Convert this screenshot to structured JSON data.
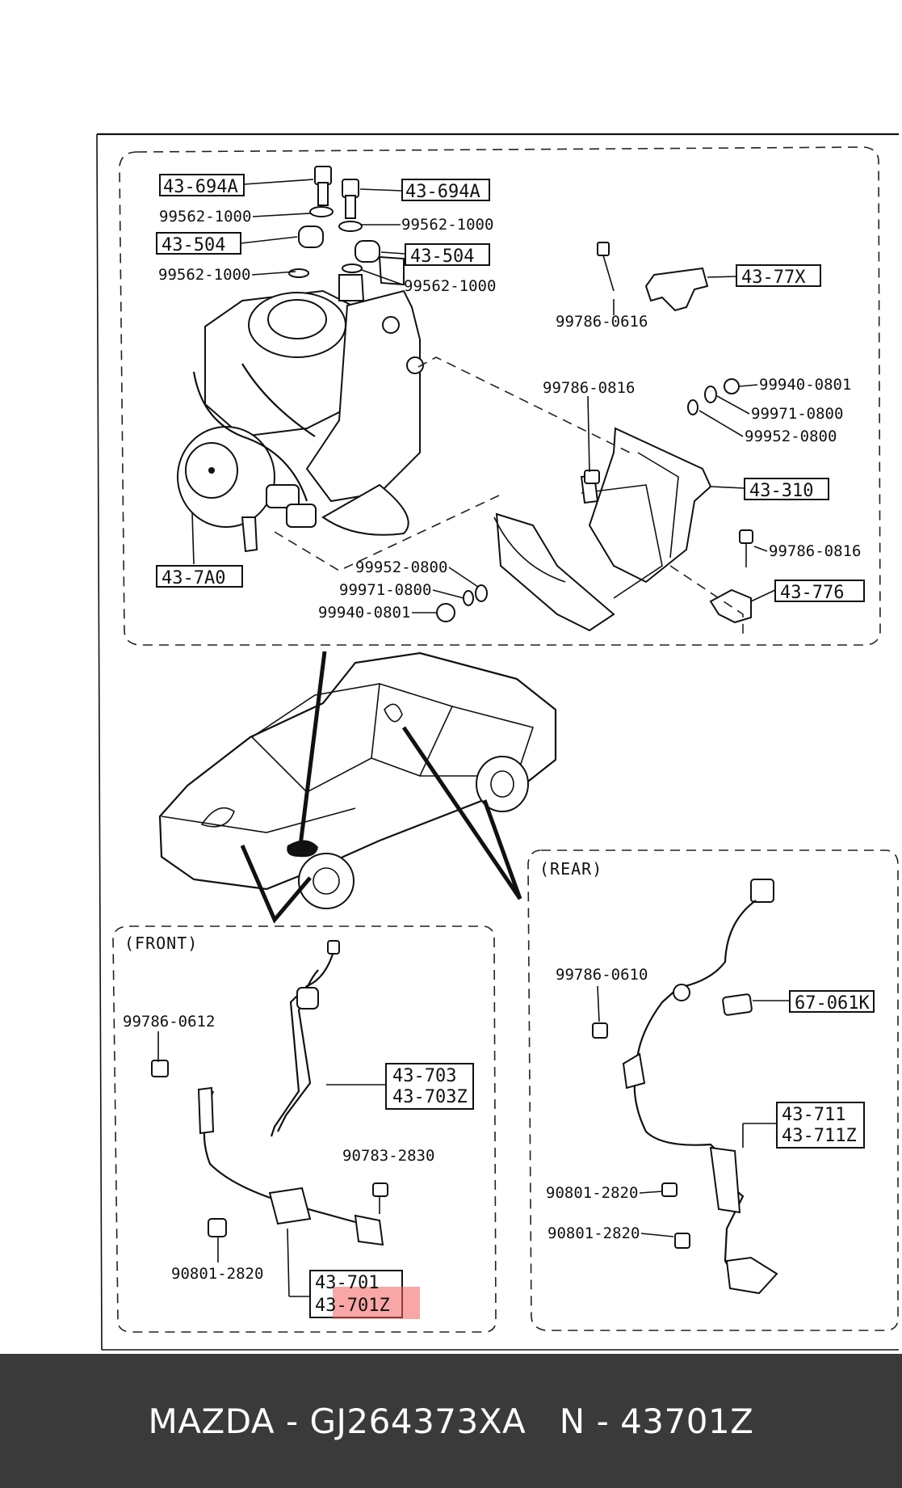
{
  "footer": {
    "caption": "MAZDA - GJ264373XA   N - 43701Z"
  },
  "sections": {
    "front": "(FRONT)",
    "rear": "(REAR)"
  },
  "highlight_color": "#f25c5c",
  "top_assembly": {
    "codes": [
      "43-694A",
      "43-694A",
      "43-504",
      "43-504",
      "43-77X",
      "43-310",
      "43-776",
      "43-7A0"
    ],
    "labels": [
      "99562-1000",
      "99562-1000",
      "99562-1000",
      "99562-1000",
      "99786-0616",
      "99786-0816",
      "99940-0801",
      "99971-0800",
      "99952-0800",
      "99786-0816",
      "99952-0800",
      "99971-0800",
      "99940-0801"
    ]
  },
  "front_assembly": {
    "codes": [
      "43-703",
      "43-703Z",
      "43-701",
      "43-701Z"
    ],
    "labels": [
      "99786-0612",
      "90783-2830",
      "90801-2820"
    ]
  },
  "rear_assembly": {
    "codes": [
      "67-061K",
      "43-711",
      "43-711Z"
    ],
    "labels": [
      "99786-0610",
      "90801-2820",
      "90801-2820"
    ]
  }
}
